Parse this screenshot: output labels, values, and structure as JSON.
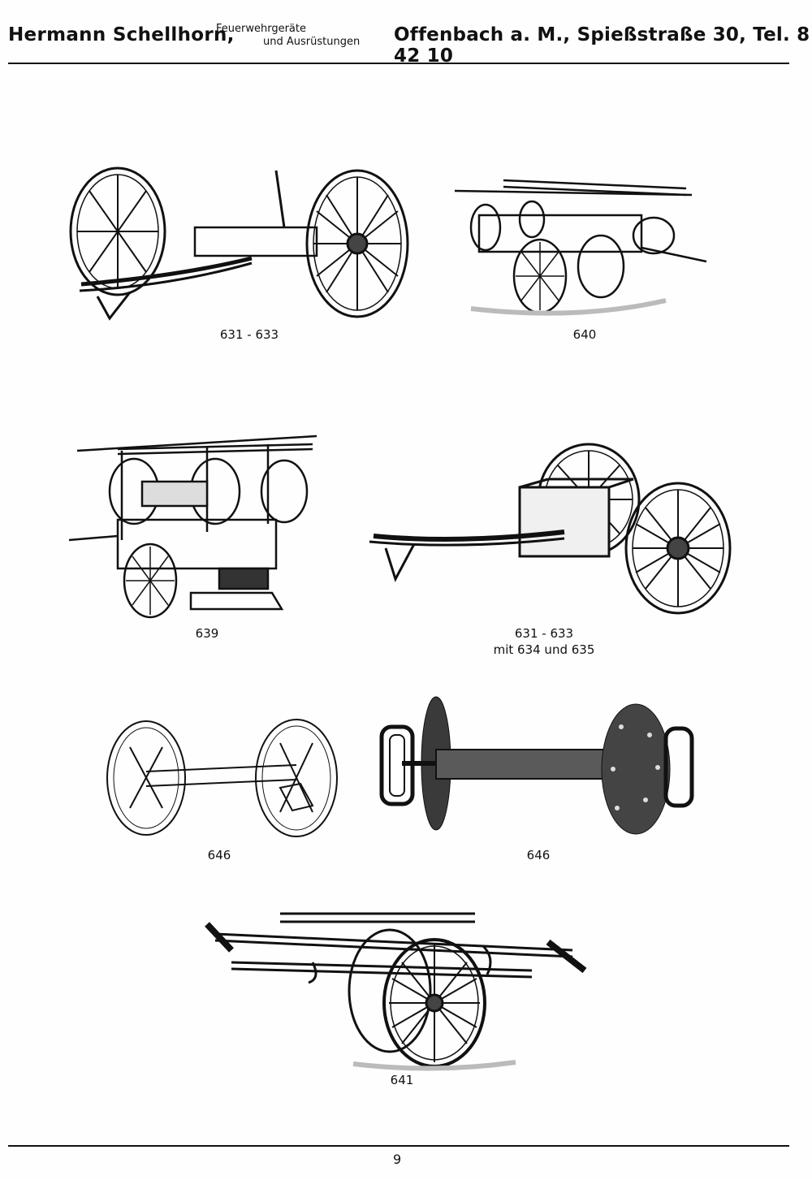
{
  "header": {
    "company": "Hermann Schellhorn,",
    "tagline_line1": "Feuerwehrgeräte",
    "tagline_line2": "und Ausrüstungen",
    "address": "Offenbach a. M., Spießstraße 30, Tel. 8 42 10"
  },
  "figures": [
    {
      "id": "hose-cart",
      "caption": "631 - 633"
    },
    {
      "id": "ladder-cart",
      "caption": "640"
    },
    {
      "id": "equipment-wagon",
      "caption": "639"
    },
    {
      "id": "box-cart",
      "caption": "631 - 633",
      "caption2": "mit 634 und 635"
    },
    {
      "id": "reel-drawing",
      "caption": "646"
    },
    {
      "id": "reel-photo",
      "caption": "646"
    },
    {
      "id": "ladder-carrier",
      "caption": "641"
    }
  ],
  "footer": {
    "page_number": "9"
  }
}
